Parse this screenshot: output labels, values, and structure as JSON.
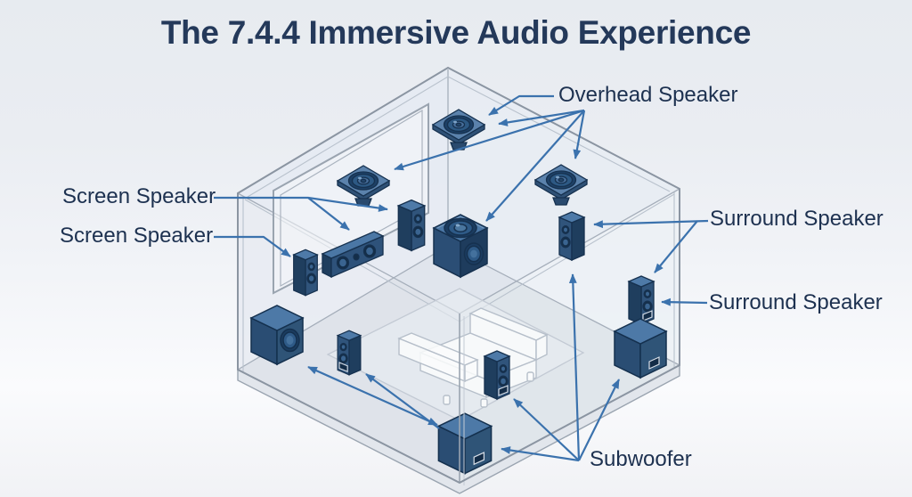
{
  "title": "The 7.4.4 Immersive Audio Experience",
  "labels": {
    "overhead": "Overhead Speaker",
    "screen_1": "Screen Speaker",
    "screen_2": "Screen Speaker",
    "surround_1": "Surround Speaker",
    "surround_2": "Surround Speaker",
    "subwoofer": "Subwoofer"
  },
  "diagram": {
    "scene": "Isometric transparent home-theater room with speaker placement",
    "icons": [
      {
        "name": "ceiling-speaker-icon",
        "count": 3
      },
      {
        "name": "corner-speaker-icon",
        "count": 1
      },
      {
        "name": "center-channel-icon",
        "count": 1
      },
      {
        "name": "bookshelf-speaker-icon",
        "count": 6
      },
      {
        "name": "subwoofer-cube-icon",
        "count": 3
      },
      {
        "name": "sofa-icon",
        "count": 1
      },
      {
        "name": "projector-screen",
        "count": 1
      }
    ]
  },
  "colors": {
    "title_text": "#24395a",
    "label_text": "#1d3150",
    "arrow_blue": "#3b72ad",
    "speaker_top": "#4d79a7",
    "speaker_front": "#2d5078",
    "speaker_side": "#1f3e5e",
    "speaker_outline": "#16314f",
    "room_line": "#97a1ad",
    "background_top": "#e8ecf1",
    "background_bottom": "#fbfcfd"
  }
}
